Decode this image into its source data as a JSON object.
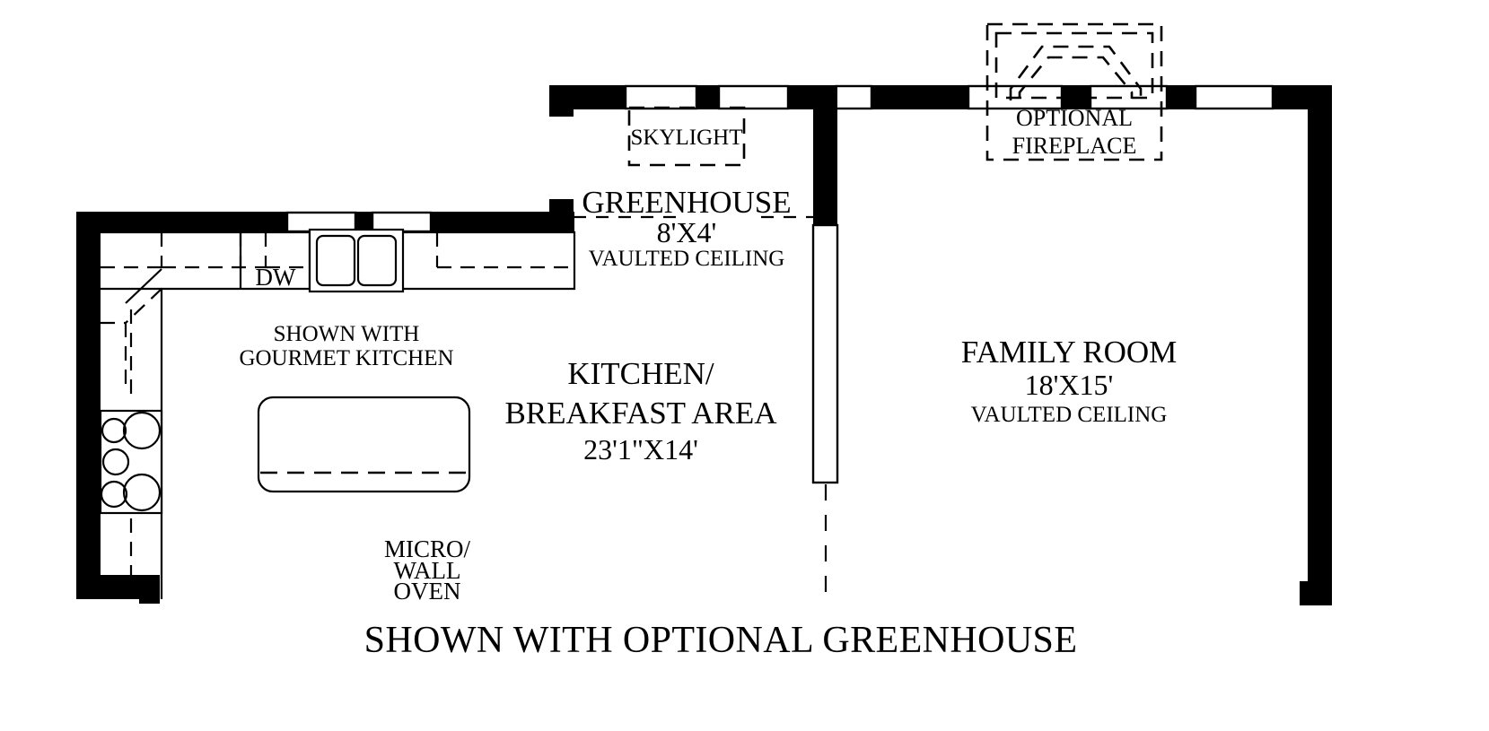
{
  "plan": {
    "title": "SHOWN WITH OPTIONAL GREENHOUSE",
    "drawing_type": "residential-floor-plan",
    "line_color": "#000000",
    "background_color": "#ffffff"
  },
  "rooms": [
    {
      "id": "greenhouse",
      "name": "GREENHOUSE",
      "dimensions": "8'X4'",
      "ceiling": "VAULTED CEILING"
    },
    {
      "id": "kitchen",
      "name_line1": "KITCHEN/",
      "name_line2": "BREAKFAST AREA",
      "dimensions": "23'1\"X14'"
    },
    {
      "id": "family-room",
      "name": "FAMILY ROOM",
      "dimensions": "18'X15'",
      "ceiling": "VAULTED CEILING"
    }
  ],
  "features": {
    "skylight": "SKYLIGHT",
    "optional_fireplace_line1": "OPTIONAL",
    "optional_fireplace_line2": "FIREPLACE",
    "gourmet_note_line1": "SHOWN WITH",
    "gourmet_note_line2": "GOURMET KITCHEN",
    "dishwasher": "DW",
    "appliance_line1": "MICRO/",
    "appliance_line2": "WALL",
    "appliance_line3": "OVEN"
  }
}
